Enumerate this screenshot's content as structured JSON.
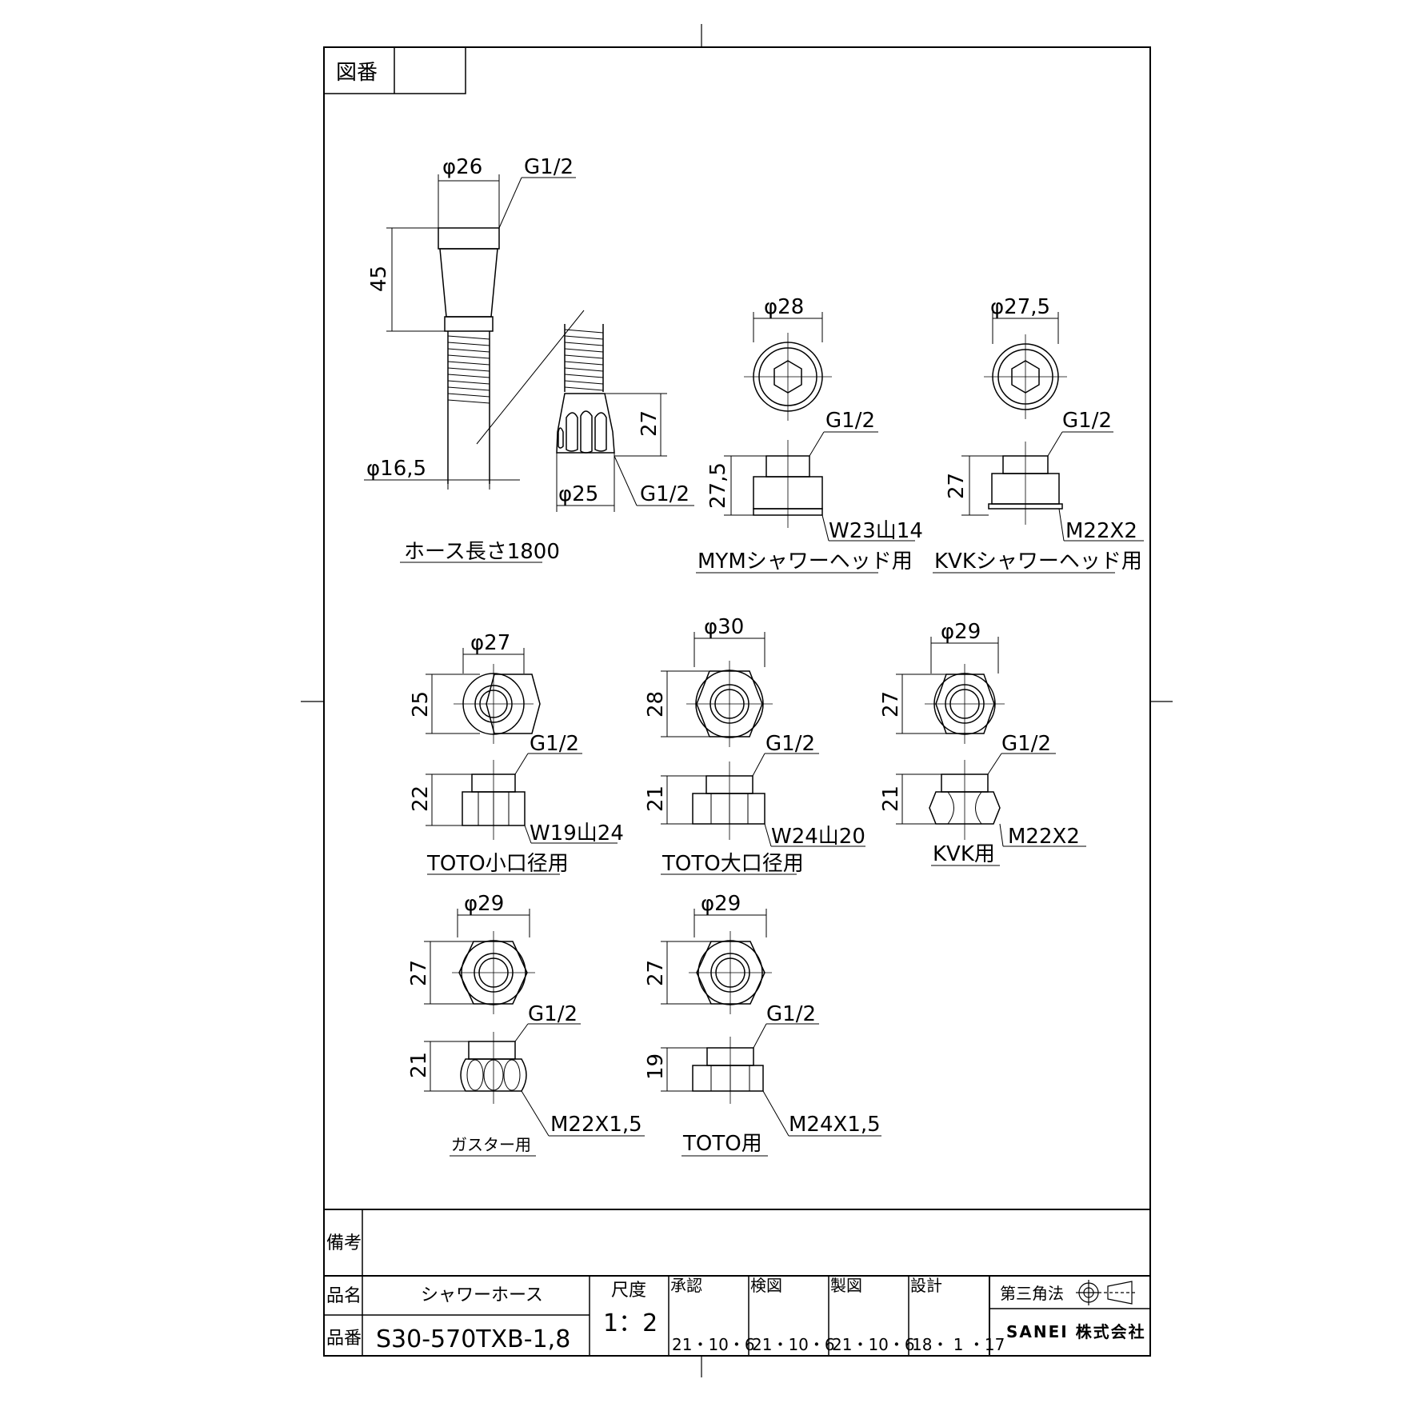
{
  "header": {
    "drawing_no_label": "図番",
    "drawing_no_value": ""
  },
  "hose": {
    "dia_top": "φ26",
    "thread_top": "G1/2",
    "length_45": "45",
    "dia_hose": "φ16,5",
    "dia_nut": "φ25",
    "thread_bottom": "G1/2",
    "nut_h": "27",
    "length_label": "ホース長さ1800"
  },
  "mym": {
    "dia": "φ28",
    "thread": "G1/2",
    "height": "27,5",
    "thread_bottom": "W23山14",
    "label": "MYMシャワーヘッド用"
  },
  "kvk_head": {
    "dia": "φ27,5",
    "thread": "G1/2",
    "height": "27",
    "thread_bottom": "M22X2",
    "label": "KVKシャワーヘッド用"
  },
  "toto_small": {
    "dia": "φ27",
    "across": "25",
    "thread": "G1/2",
    "height": "22",
    "thread_bottom": "W19山24",
    "label": "TOTO小口径用"
  },
  "toto_large": {
    "dia": "φ30",
    "across": "28",
    "thread": "G1/2",
    "height": "21",
    "thread_bottom": "W24山20",
    "label": "TOTO大口径用"
  },
  "kvk": {
    "dia": "φ29",
    "across": "27",
    "thread": "G1/2",
    "height": "21",
    "thread_bottom": "M22X2",
    "label": "KVK用"
  },
  "gaster": {
    "dia": "φ29",
    "across": "27",
    "thread": "G1/2",
    "height": "21",
    "thread_bottom": "M22X1,5",
    "label": "ガスター用"
  },
  "toto": {
    "dia": "φ29",
    "across": "27",
    "thread": "G1/2",
    "height": "19",
    "thread_bottom": "M24X1,5",
    "label": "TOTO用"
  },
  "title_block": {
    "remarks_label": "備考",
    "name_label": "品名",
    "name_value": "シャワーホース",
    "part_label": "品番",
    "part_value": "S30-570TXB-1,8",
    "scale_label": "尺度",
    "scale_value": "1：2",
    "approve_label": "承認",
    "approve_date": "21・10・6",
    "check_label": "検図",
    "check_date": "21・10・6",
    "draft_label": "製図",
    "draft_date": "21・10・6",
    "design_label": "設計",
    "design_date": "18・ 1 ・17",
    "projection_label": "第三角法",
    "company": "SANEI 株式会社"
  }
}
